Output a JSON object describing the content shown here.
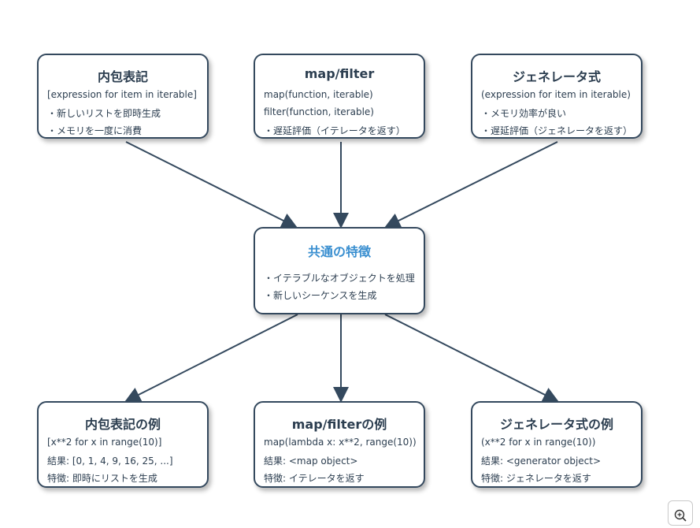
{
  "boxes": {
    "list_comp": {
      "title": "内包表記",
      "lines": [
        "[expression for item in iterable]",
        "・新しいリストを即時生成",
        "・メモリを一度に消費"
      ]
    },
    "map_filter": {
      "title": "map/filter",
      "lines": [
        "map(function, iterable)",
        "filter(function, iterable)",
        "・遅延評価（イテレータを返す）"
      ]
    },
    "generator": {
      "title": "ジェネレータ式",
      "lines": [
        "(expression for item in iterable)",
        "・メモリ効率が良い",
        "・遅延評価（ジェネレータを返す）"
      ]
    },
    "common": {
      "title": "共通の特徴",
      "lines": [
        "・イテラブルなオブジェクトを処理",
        "・新しいシーケンスを生成"
      ]
    },
    "list_comp_example": {
      "title": "内包表記の例",
      "lines": [
        "[x**2 for x in range(10)]",
        "結果: [0, 1, 4, 9, 16, 25, ...]",
        "特徴: 即時にリストを生成"
      ]
    },
    "map_filter_example": {
      "title": "map/filterの例",
      "lines": [
        "map(lambda x: x**2, range(10))",
        "結果: <map object>",
        "特徴: イテレータを返す"
      ]
    },
    "generator_example": {
      "title": "ジェネレータ式の例",
      "lines": [
        "(x**2 for x in range(10))",
        "結果: <generator object>",
        "特徴: ジェネレータを返す"
      ]
    }
  },
  "colors": {
    "border": "#34495e",
    "text": "#2c3e50",
    "accent_title": "#3a8fd0",
    "arrow": "#34495e"
  },
  "icons": {
    "zoom": "zoom-in-icon"
  }
}
